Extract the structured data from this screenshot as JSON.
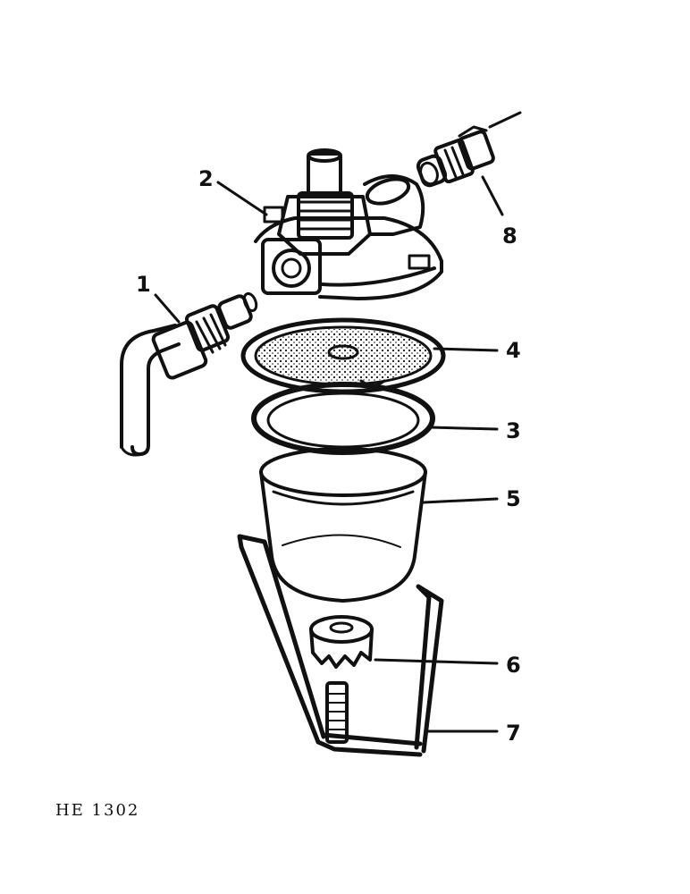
{
  "figure_code": "HE 1302",
  "callouts": {
    "c1": "1",
    "c2": "2",
    "c3": "3",
    "c4": "4",
    "c5": "5",
    "c6": "6",
    "c7": "7",
    "c8": "8"
  },
  "colors": {
    "ink": "#111111",
    "paper": "#ffffff"
  }
}
